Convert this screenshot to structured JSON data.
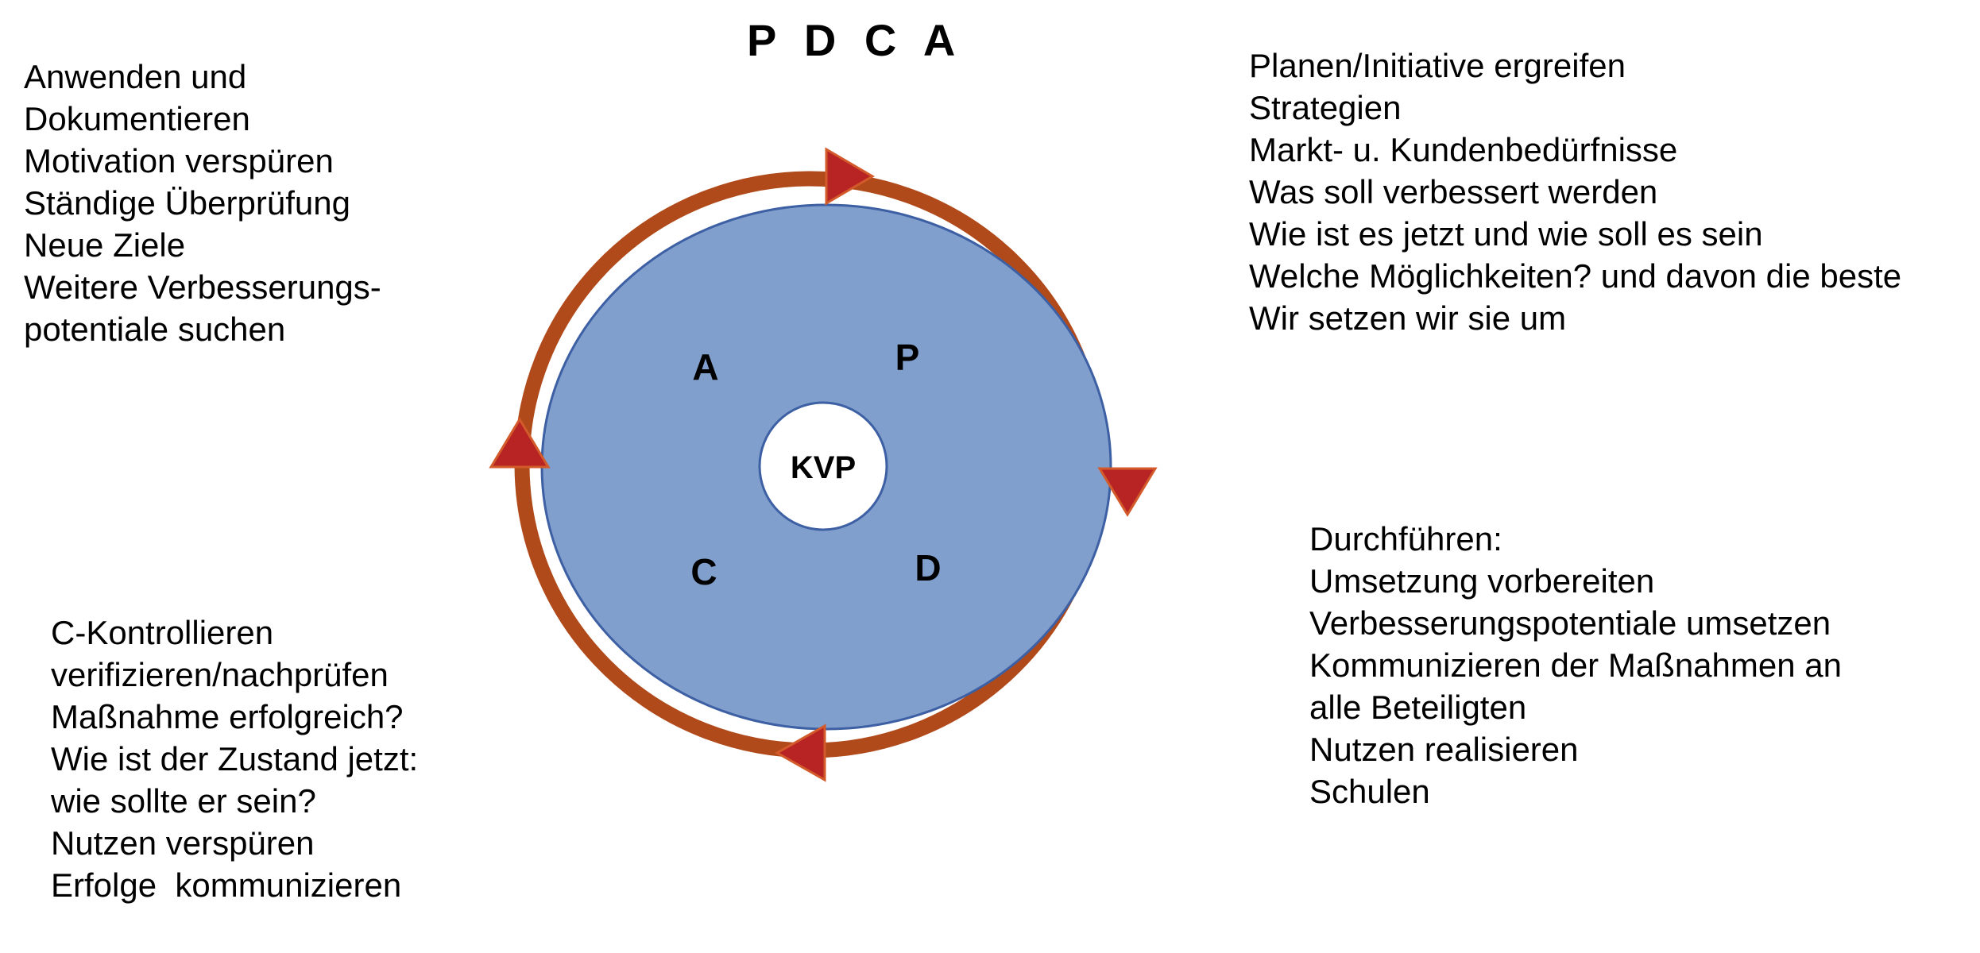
{
  "title": "P D C A",
  "center_label": "KVP",
  "quadrant_letters": {
    "plan": "P",
    "do": "D",
    "check": "C",
    "act": "A"
  },
  "colors": {
    "disc_fill": "#809fcd",
    "disc_stroke": "#3d5fa3",
    "ring": "#b14a1a",
    "arrow_fill": "#b82424",
    "arrow_stroke": "#d35a2a",
    "center_fill": "#ffffff"
  },
  "blocks": {
    "top_left": [
      "Anwenden und",
      "Dokumentieren",
      "Motivation verspüren",
      "Ständige Überprüfung",
      "Neue Ziele",
      "Weitere Verbesserungs-",
      "potentiale suchen"
    ],
    "top_right": [
      "Planen/Initiative ergreifen",
      "Strategien",
      "Markt- u. Kundenbedürfnisse",
      "Was soll verbessert werden",
      "Wie ist es jetzt und wie soll es sein",
      "Welche Möglichkeiten? und davon die beste",
      "Wir setzen wir sie um"
    ],
    "bottom_right": [
      "Durchführen:",
      "Umsetzung vorbereiten",
      "Verbesserungspotentiale umsetzen",
      "Kommunizieren der Maßnahmen an",
      "alle Beteiligten",
      "Nutzen realisieren",
      "Schulen"
    ],
    "bottom_left": [
      "C-Kontrollieren",
      "verifizieren/nachprüfen",
      "Maßnahme erfolgreich?",
      "Wie ist der Zustand jetzt:",
      "wie sollte er sein?",
      "Nutzen verspüren",
      "Erfolge  kommunizieren"
    ]
  }
}
